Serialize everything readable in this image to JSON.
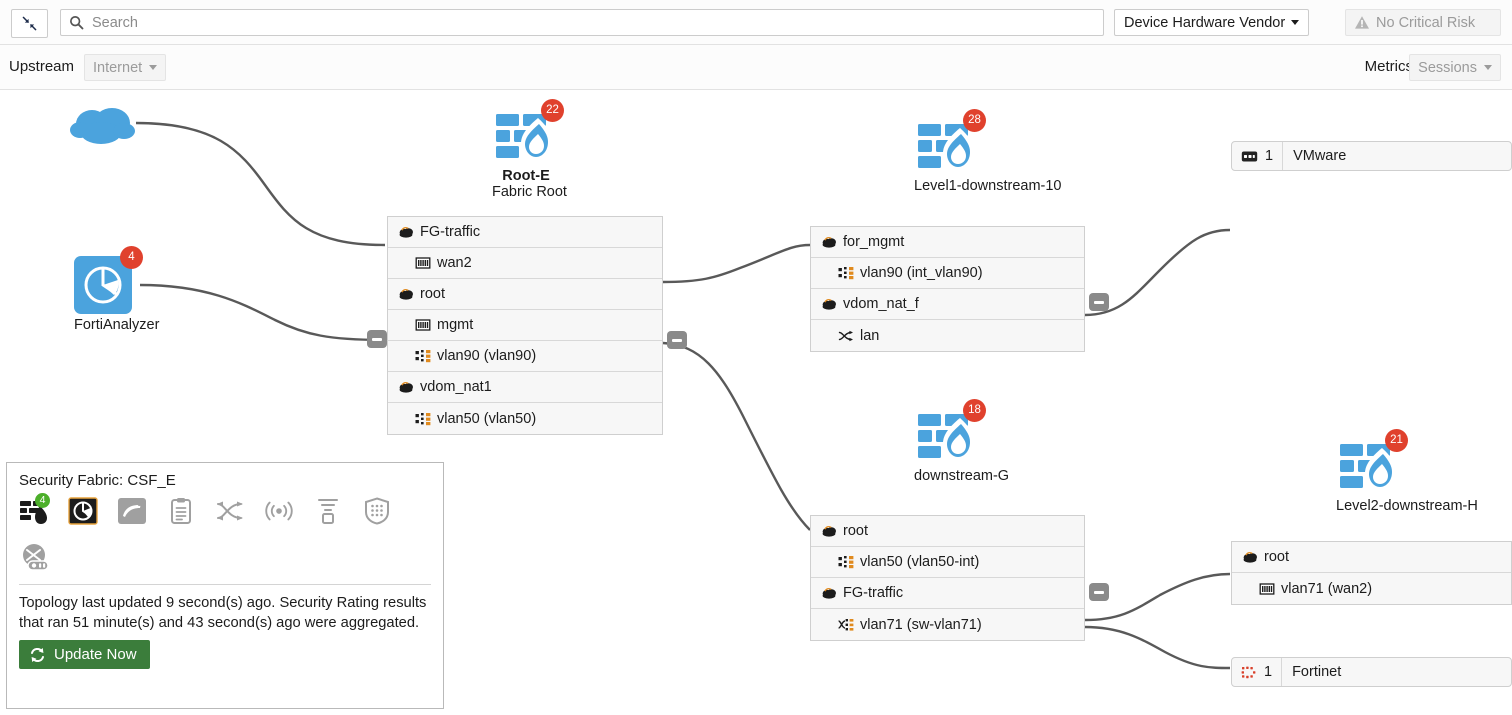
{
  "toolbar": {
    "collapse_icon": "compress-arrows-icon",
    "search": {
      "value": "",
      "placeholder": "Search",
      "icon": "search-icon"
    },
    "vendor_filter": {
      "label": "Device Hardware Vendor",
      "icon": "chevron-down-icon"
    },
    "risk_status": {
      "label": "No Critical Risk",
      "icon": "warning-triangle-icon"
    }
  },
  "subbar": {
    "upstream_label": "Upstream",
    "upstream_value": "Internet",
    "metrics_label": "Metrics",
    "metrics_value": "Sessions"
  },
  "topology": {
    "nodes": [
      {
        "id": "internet",
        "name": "internet-cloud",
        "icon": "cloud-icon",
        "label": ""
      },
      {
        "id": "fortianalyzer",
        "name": "fortianalyzer",
        "icon": "fortianalyzer-icon",
        "label": "FortiAnalyzer",
        "badge": "4",
        "badge_color": "#e0412d"
      },
      {
        "id": "root-e",
        "name": "root-e-fortigate",
        "icon": "fortigate-icon",
        "label": "Root-E",
        "sublabel": "Fabric Root",
        "badge": "22",
        "badge_color": "#e0412d"
      },
      {
        "id": "level1",
        "name": "level1-downstream-10",
        "icon": "fortigate-icon",
        "label": "Level1-downstream-10",
        "badge": "28",
        "badge_color": "#e0412d"
      },
      {
        "id": "downstream-g",
        "name": "downstream-g",
        "icon": "fortigate-icon",
        "label": "downstream-G",
        "badge": "18",
        "badge_color": "#e0412d"
      },
      {
        "id": "level2",
        "name": "level2-downstream-h",
        "icon": "fortigate-icon",
        "label": "Level2-downstream-H",
        "badge": "21",
        "badge_color": "#e0412d"
      }
    ],
    "interface_tables": {
      "root_e": [
        {
          "type": "vdom",
          "icon": "cloud-icon",
          "label": "FG-traffic"
        },
        {
          "type": "iface",
          "icon": "physical-port-icon",
          "label": "wan2"
        },
        {
          "type": "vdom",
          "icon": "cloud-icon",
          "label": "root"
        },
        {
          "type": "iface",
          "icon": "physical-port-icon",
          "label": "mgmt"
        },
        {
          "type": "iface",
          "icon": "vlan-icon",
          "label": "vlan90 (vlan90)"
        },
        {
          "type": "vdom",
          "icon": "cloud-icon",
          "label": "vdom_nat1"
        },
        {
          "type": "iface",
          "icon": "vlan-icon",
          "label": "vlan50 (vlan50)"
        }
      ],
      "level1": [
        {
          "type": "vdom",
          "icon": "cloud-icon",
          "label": "for_mgmt"
        },
        {
          "type": "iface",
          "icon": "vlan-icon",
          "label": "vlan90 (int_vlan90)"
        },
        {
          "type": "vdom",
          "icon": "cloud-icon",
          "label": "vdom_nat_f"
        },
        {
          "type": "iface",
          "icon": "aggregate-icon",
          "label": "lan"
        }
      ],
      "downstream_g": [
        {
          "type": "vdom",
          "icon": "cloud-icon",
          "label": "root"
        },
        {
          "type": "iface",
          "icon": "vlan-icon",
          "label": "vlan50 (vlan50-int)"
        },
        {
          "type": "vdom",
          "icon": "cloud-icon",
          "label": "FG-traffic"
        },
        {
          "type": "iface",
          "icon": "switch-vlan-icon",
          "label": "vlan71 (sw-vlan71)"
        }
      ],
      "level2": [
        {
          "type": "vdom",
          "icon": "cloud-icon",
          "label": "root"
        },
        {
          "type": "iface",
          "icon": "physical-port-icon",
          "label": "vlan71 (wan2)"
        }
      ]
    },
    "endpoints": [
      {
        "id": "vmware",
        "name": "vmware-device-pill",
        "icon": "device-icon",
        "count": "1",
        "label": "VMware"
      },
      {
        "id": "fortinet",
        "name": "fortinet-device-pill",
        "icon": "fortinet-device-icon",
        "count": "1",
        "label": "Fortinet"
      }
    ],
    "collapse_buttons": [
      {
        "name": "collapse-fortianalyzer-link"
      },
      {
        "name": "collapse-root-e-link"
      },
      {
        "name": "collapse-level1-link"
      },
      {
        "name": "collapse-downstream-g-link"
      }
    ]
  },
  "legend": {
    "title": "Security Fabric: CSF_E",
    "icons": [
      {
        "name": "fortigate-legend-icon",
        "badge": "4",
        "badge_color": "#4caf2a",
        "state": "active"
      },
      {
        "name": "fortianalyzer-legend-icon",
        "state": "selected"
      },
      {
        "name": "fortimail-legend-icon",
        "state": "muted"
      },
      {
        "name": "fortimanager-legend-icon",
        "state": "muted"
      },
      {
        "name": "fortiswitch-legend-icon",
        "state": "muted"
      },
      {
        "name": "fortiap-legend-icon",
        "state": "muted"
      },
      {
        "name": "fortisandbox-legend-icon",
        "state": "muted"
      },
      {
        "name": "forticlient-legend-icon",
        "state": "muted"
      },
      {
        "name": "fortiextender-legend-icon",
        "state": "muted"
      }
    ],
    "status_text": "Topology last updated 9 second(s) ago. Security Rating results that ran 51 minute(s) and 43 second(s) ago were aggregated.",
    "update_button": {
      "label": "Update Now",
      "icon": "refresh-icon",
      "color": "#3b7d3b"
    }
  },
  "colors": {
    "device_blue": "#4ba3dd",
    "badge_red": "#e0412d",
    "badge_green": "#4caf2a",
    "link_gray": "#595959",
    "panel_bg": "#f7f7f7"
  }
}
